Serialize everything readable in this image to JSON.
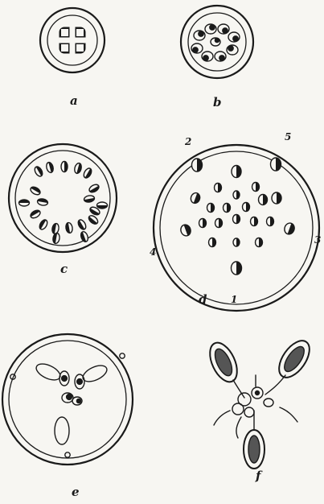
{
  "figures": {
    "a": {
      "label": "a"
    },
    "b": {
      "label": "b"
    },
    "c": {
      "label": "c"
    },
    "d": {
      "label": "d",
      "numbers": [
        "2",
        "5",
        "4",
        "3",
        "1"
      ]
    },
    "e": {
      "label": "e"
    },
    "f": {
      "label": "f"
    }
  },
  "colors": {
    "ink": "#1a1a1a",
    "paper": "#f7f6f2"
  }
}
